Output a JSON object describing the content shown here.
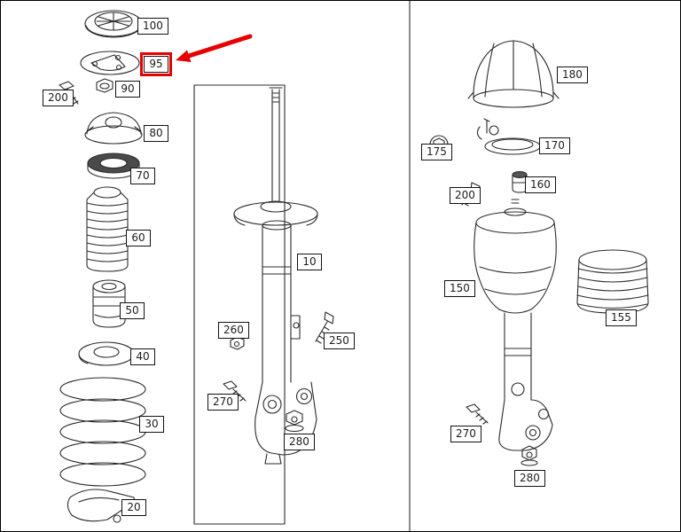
{
  "figure_type": "exploded-parts-diagram",
  "annotation": {
    "type": "arrow-and-box",
    "highlighted_part": "95",
    "color": "#e60000"
  },
  "colors": {
    "line_art": "#2b2b2b",
    "background": "#ffffff",
    "label_border": "#000000"
  },
  "callouts": [
    {
      "id": "100",
      "group": "left-assembly"
    },
    {
      "id": "95",
      "group": "left-assembly",
      "highlighted": true
    },
    {
      "id": "200",
      "group": "left-assembly"
    },
    {
      "id": "90",
      "group": "left-assembly"
    },
    {
      "id": "80",
      "group": "left-assembly"
    },
    {
      "id": "70",
      "group": "left-assembly"
    },
    {
      "id": "60",
      "group": "left-assembly"
    },
    {
      "id": "50",
      "group": "left-assembly"
    },
    {
      "id": "40",
      "group": "left-assembly"
    },
    {
      "id": "30",
      "group": "left-assembly"
    },
    {
      "id": "20",
      "group": "left-assembly"
    },
    {
      "id": "10",
      "group": "center-strut"
    },
    {
      "id": "260",
      "group": "center-strut"
    },
    {
      "id": "250",
      "group": "center-strut"
    },
    {
      "id": "270",
      "group": "center-strut"
    },
    {
      "id": "280",
      "group": "center-strut"
    },
    {
      "id": "180",
      "group": "right-assembly"
    },
    {
      "id": "175",
      "group": "right-assembly"
    },
    {
      "id": "170",
      "group": "right-assembly"
    },
    {
      "id": "160",
      "group": "right-assembly"
    },
    {
      "id": "200",
      "group": "right-assembly"
    },
    {
      "id": "150",
      "group": "right-assembly"
    },
    {
      "id": "155",
      "group": "right-assembly"
    },
    {
      "id": "270",
      "group": "right-assembly"
    },
    {
      "id": "280",
      "group": "right-assembly"
    }
  ]
}
